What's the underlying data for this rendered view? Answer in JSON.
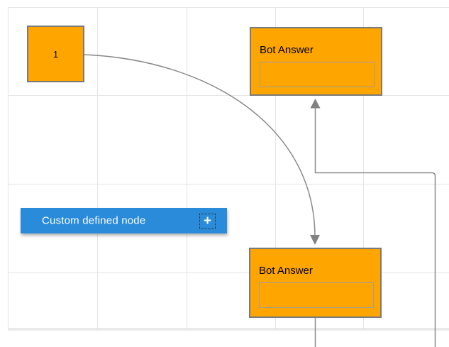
{
  "diagram": {
    "nodes": {
      "source": {
        "label": "1"
      },
      "bot_answer_top": {
        "title": "Bot Answer",
        "field_value": ""
      },
      "bot_answer_bottom": {
        "title": "Bot Answer",
        "field_value": ""
      },
      "custom": {
        "label": "Custom defined node",
        "add_icon": "+"
      }
    },
    "connectors": [
      {
        "type": "bezier",
        "from": "source",
        "to": "bot_answer_bottom",
        "arrow_at": "target"
      },
      {
        "type": "orthogonal",
        "from": "bot_answer_bottom",
        "to": "bot_answer_top",
        "arrow_at": "target"
      }
    ],
    "colors": {
      "node_fill": "#FFA500",
      "node_border": "#7A7A7A",
      "field_border": "#9E9E9E",
      "custom_node_fill": "#298BD9",
      "custom_node_text": "#FFFFFF",
      "connector_stroke": "#8A8A8A",
      "arrowhead_fill": "#828282",
      "grid_line": "#E5E5E5",
      "canvas_background": "#FFFFFF",
      "node_text": "#000000"
    }
  }
}
